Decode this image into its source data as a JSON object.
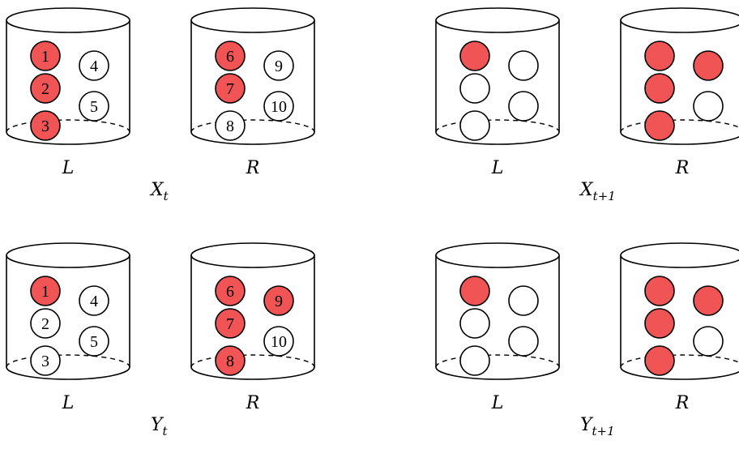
{
  "colors": {
    "filled": "#f05454",
    "stroke": "#000000",
    "empty": "#ffffff"
  },
  "panels": [
    {
      "name": "X-t",
      "state": {
        "base": "X",
        "sub": "t"
      },
      "urns": [
        {
          "label": "L",
          "balls": [
            {
              "n": "1",
              "filled": true
            },
            {
              "n": "2",
              "filled": true
            },
            {
              "n": "3",
              "filled": true
            },
            {
              "n": "4",
              "filled": false
            },
            {
              "n": "5",
              "filled": false
            }
          ]
        },
        {
          "label": "R",
          "balls": [
            {
              "n": "6",
              "filled": true
            },
            {
              "n": "7",
              "filled": true
            },
            {
              "n": "8",
              "filled": false
            },
            {
              "n": "9",
              "filled": false
            },
            {
              "n": "10",
              "filled": false
            }
          ]
        }
      ]
    },
    {
      "name": "X-t-plus-1",
      "state": {
        "base": "X",
        "sub": "t+1"
      },
      "urns": [
        {
          "label": "L",
          "balls": [
            {
              "n": "",
              "filled": true
            },
            {
              "n": "",
              "filled": false
            },
            {
              "n": "",
              "filled": false
            },
            {
              "n": "",
              "filled": false
            },
            {
              "n": "",
              "filled": false
            }
          ]
        },
        {
          "label": "R",
          "balls": [
            {
              "n": "",
              "filled": true
            },
            {
              "n": "",
              "filled": true
            },
            {
              "n": "",
              "filled": true
            },
            {
              "n": "",
              "filled": true
            },
            {
              "n": "",
              "filled": false
            }
          ]
        }
      ]
    },
    {
      "name": "Y-t",
      "state": {
        "base": "Y",
        "sub": "t"
      },
      "urns": [
        {
          "label": "L",
          "balls": [
            {
              "n": "1",
              "filled": true
            },
            {
              "n": "2",
              "filled": false
            },
            {
              "n": "3",
              "filled": false
            },
            {
              "n": "4",
              "filled": false
            },
            {
              "n": "5",
              "filled": false
            }
          ]
        },
        {
          "label": "R",
          "balls": [
            {
              "n": "6",
              "filled": true
            },
            {
              "n": "7",
              "filled": true
            },
            {
              "n": "8",
              "filled": true
            },
            {
              "n": "9",
              "filled": true
            },
            {
              "n": "10",
              "filled": false
            }
          ]
        }
      ]
    },
    {
      "name": "Y-t-plus-1",
      "state": {
        "base": "Y",
        "sub": "t+1"
      },
      "urns": [
        {
          "label": "L",
          "balls": [
            {
              "n": "",
              "filled": true
            },
            {
              "n": "",
              "filled": false
            },
            {
              "n": "",
              "filled": false
            },
            {
              "n": "",
              "filled": false
            },
            {
              "n": "",
              "filled": false
            }
          ]
        },
        {
          "label": "R",
          "balls": [
            {
              "n": "",
              "filled": true
            },
            {
              "n": "",
              "filled": true
            },
            {
              "n": "",
              "filled": true
            },
            {
              "n": "",
              "filled": true
            },
            {
              "n": "",
              "filled": false
            }
          ]
        }
      ]
    }
  ]
}
